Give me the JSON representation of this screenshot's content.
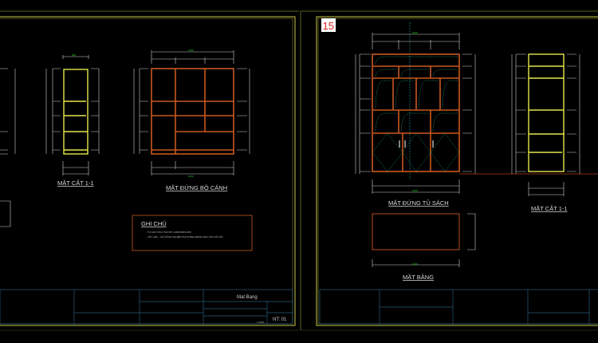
{
  "sheet_left": {
    "section_label": "MẶT CẮT 1-1",
    "elevation_label": "MẶT ĐỨNG BỘ CÁNH",
    "notes": {
      "title": "GHI CHÚ",
      "lines": [
        "- TỦ GIAY KÍCH THƯỚC 1200X350X1150",
        "- VẬT LIỆU : GỖ CÔNG NGHIỆP PHUN MELAMINE MÀU VÂN GỖ SỒI"
      ]
    },
    "title_block": {
      "drawing_name": "Mat Bang",
      "sheet_no": "NT: 01",
      "scale": "1:10000"
    },
    "dims": {
      "top_width": "1150",
      "bottom_width": "1150"
    }
  },
  "sheet_right": {
    "page_badge": "15",
    "elevation_label": "MẶT ĐỨNG TỦ SÁCH",
    "section_label": "MẶT CẮT 1-1",
    "plan_label": "MẶT BẰNG",
    "dims": {
      "top_width": "1200",
      "bottom_width": "1200",
      "plan_width": "1200"
    }
  },
  "colors": {
    "background": "#000000",
    "frame": "#c8c84a",
    "cabinet_elevation": "#c8591f",
    "cabinet_section": "#e6e64a",
    "dimension_text": "#22dd22",
    "badge_text": "#e02020"
  }
}
